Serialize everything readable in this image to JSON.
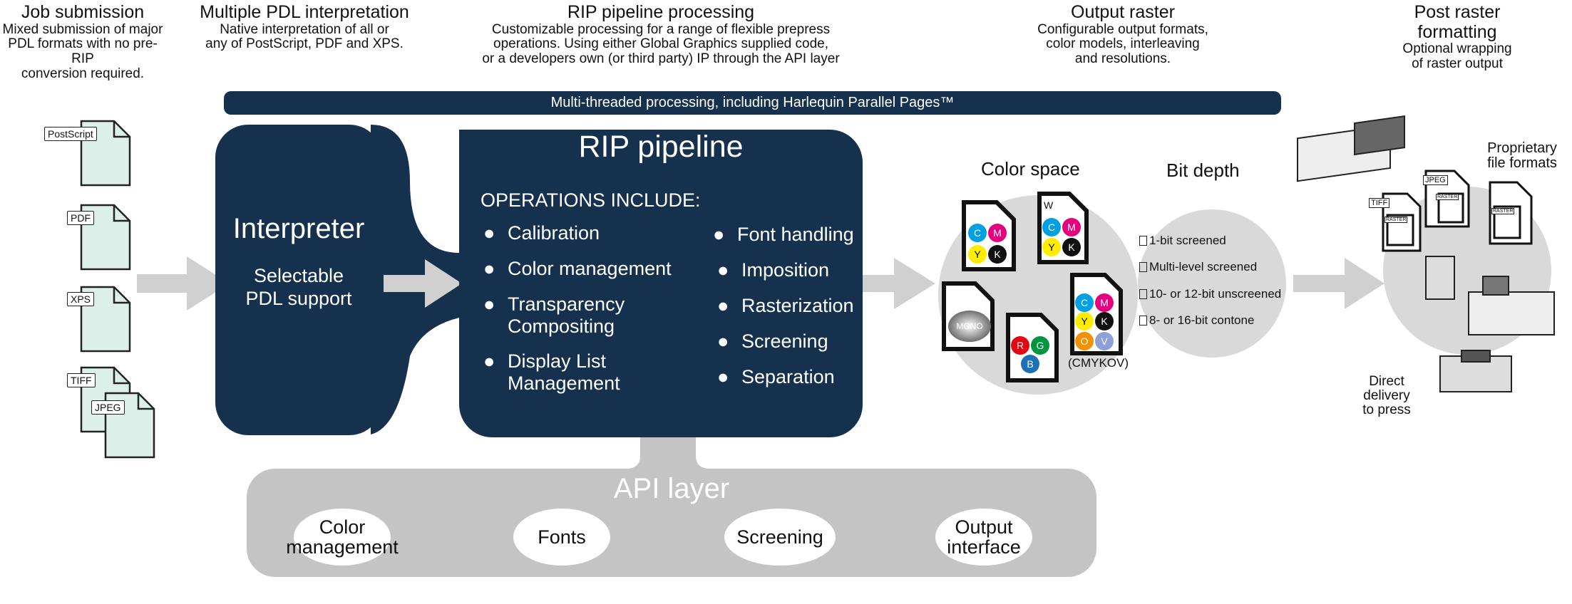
{
  "headers": [
    {
      "title": "Job submission",
      "desc": "Mixed submission of major\nPDL formats with no pre-RIP\nconversion required."
    },
    {
      "title": "Multiple PDL interpretation",
      "desc": "Native interpretation of all or\nany of PostScript, PDF and XPS."
    },
    {
      "title": "RIP pipeline processing",
      "desc": "Customizable processing for a range of flexible prepress\noperations. Using either Global Graphics supplied code,\nor a developers own (or third party) IP through the API layer"
    },
    {
      "title": "Output raster",
      "desc": "Configurable output formats,\ncolor models, interleaving\nand resolutions."
    },
    {
      "title": "Post raster\nformatting",
      "desc": "Optional wrapping\nof raster output"
    }
  ],
  "banner": "Multi-threaded processing, including Harlequin Parallel Pages™",
  "inputs": [
    "PostScript",
    "PDF",
    "XPS",
    "TIFF",
    "JPEG"
  ],
  "interpreter": {
    "title": "Interpreter",
    "subtitle": "Selectable\nPDL support"
  },
  "rip": {
    "title": "RIP pipeline",
    "ops_heading": "OPERATIONS INCLUDE:",
    "ops_left": [
      "Calibration",
      "Color management",
      "Transparency\nCompositing",
      "Display List\nManagement"
    ],
    "ops_right": [
      "Font handling",
      "Imposition",
      "Rasterization",
      "Screening",
      "Separation"
    ]
  },
  "api": {
    "title": "API layer",
    "items": [
      "Color\nmanagement",
      "Fonts",
      "Screening",
      "Output\ninterface"
    ]
  },
  "color_space": {
    "title": "Color space",
    "cmyk": [
      "C",
      "M",
      "Y",
      "K"
    ],
    "wcmyk": [
      "W",
      "C",
      "M",
      "Y",
      "K"
    ],
    "mono": "MONO",
    "rgb": [
      "R",
      "G",
      "B"
    ],
    "cmykov": [
      "C",
      "M",
      "Y",
      "K",
      "O",
      "V"
    ],
    "cmykov_label": "(CMYKOV)",
    "colors": {
      "C": "#00a0e3",
      "M": "#e5007e",
      "Y": "#ffed00",
      "K": "#111111",
      "R": "#e30613",
      "G": "#009640",
      "B": "#1d71b8",
      "O": "#f39200",
      "V": "#8fa0d8"
    }
  },
  "bit_depth": {
    "title": "Bit depth",
    "items": [
      "1-bit screened",
      "Multi-level screened",
      "10- or 12-bit unscreened",
      "8- or 16-bit contone"
    ]
  },
  "post_raster": {
    "proprietary": "Proprietary\nfile formats",
    "tiff": "TIFF",
    "jpeg": "JPEG",
    "raster": "RASTER",
    "direct": "Direct\ndelivery\nto press"
  }
}
